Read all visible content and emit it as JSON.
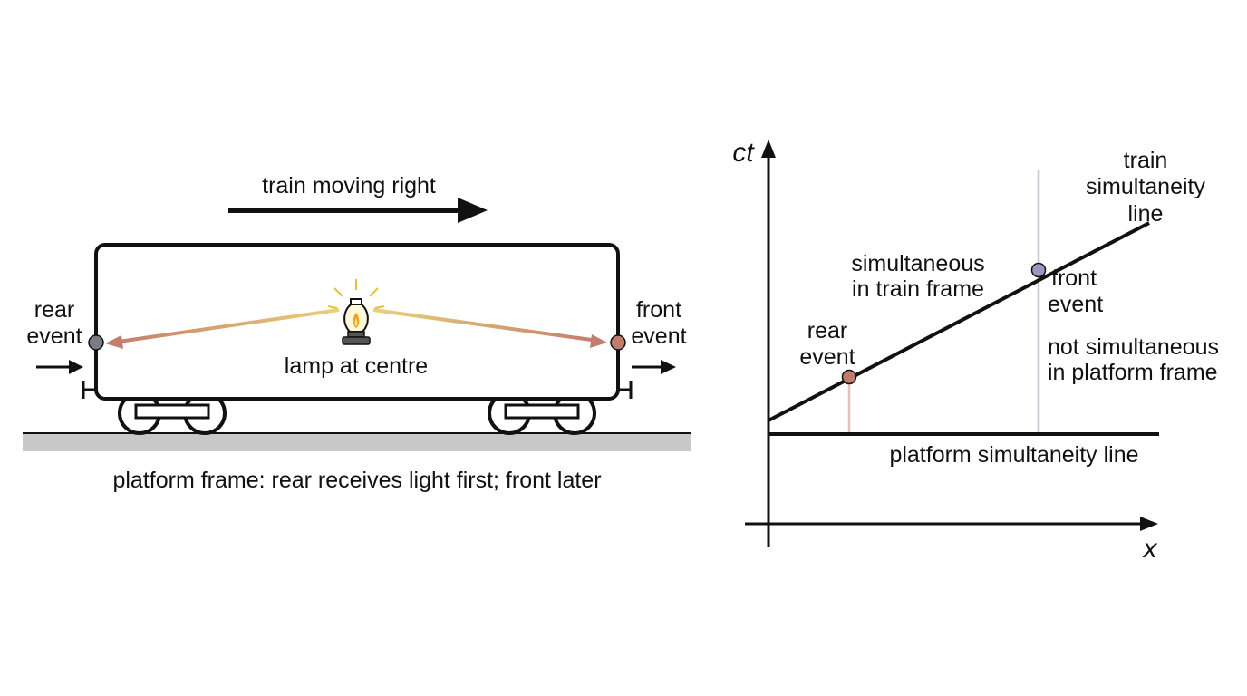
{
  "left_panel": {
    "motion_label": "train moving right",
    "rear_event_label": [
      "rear",
      "event"
    ],
    "front_event_label": [
      "front",
      "event"
    ],
    "lamp_label": "lamp at centre",
    "caption": "platform frame: rear receives light first; front later",
    "lamp_icon": "oil-lamp-icon"
  },
  "right_panel": {
    "y_axis_label": "ct",
    "x_axis_label": "x",
    "train_line_label": [
      "train",
      "simultaneity",
      "line"
    ],
    "simultaneous_label": [
      "simultaneous",
      "in train frame"
    ],
    "rear_event_label": [
      "rear",
      "event"
    ],
    "front_event_label": [
      "front",
      "event"
    ],
    "not_simultaneous_label": [
      "not simultaneous",
      "in platform frame"
    ],
    "platform_line_label": "platform simultaneity line"
  },
  "colors": {
    "ink": "#111111",
    "ground": "#c8c8c8",
    "rear_event": "#7b7b85",
    "front_event": "#c07b6b",
    "light_warm": "#e8d27a",
    "light_cool": "#c47c6e",
    "rear_dot_spacetime": "#c07b6b",
    "front_dot_spacetime": "#9a98c0",
    "rear_worldline": "#e2c2c0",
    "front_worldline": "#c6c6dd"
  }
}
